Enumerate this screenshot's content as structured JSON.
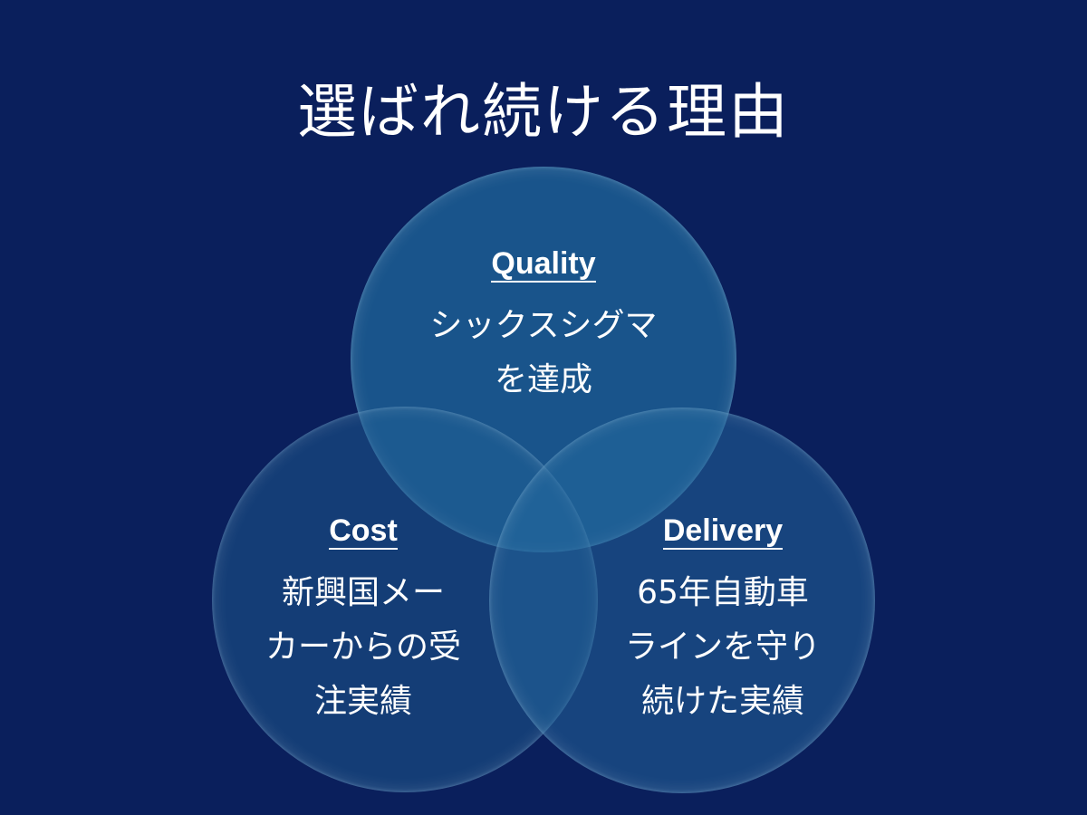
{
  "title": "選ばれ続ける理由",
  "circles": {
    "quality": {
      "heading": "Quality",
      "text": "シックスシグマ\nを達成"
    },
    "cost": {
      "heading": "Cost",
      "text": "新興国メー\nカーからの受\n注実績"
    },
    "delivery": {
      "heading": "Delivery",
      "text": "65年自動車\nラインを守り\n続けた実績"
    }
  }
}
